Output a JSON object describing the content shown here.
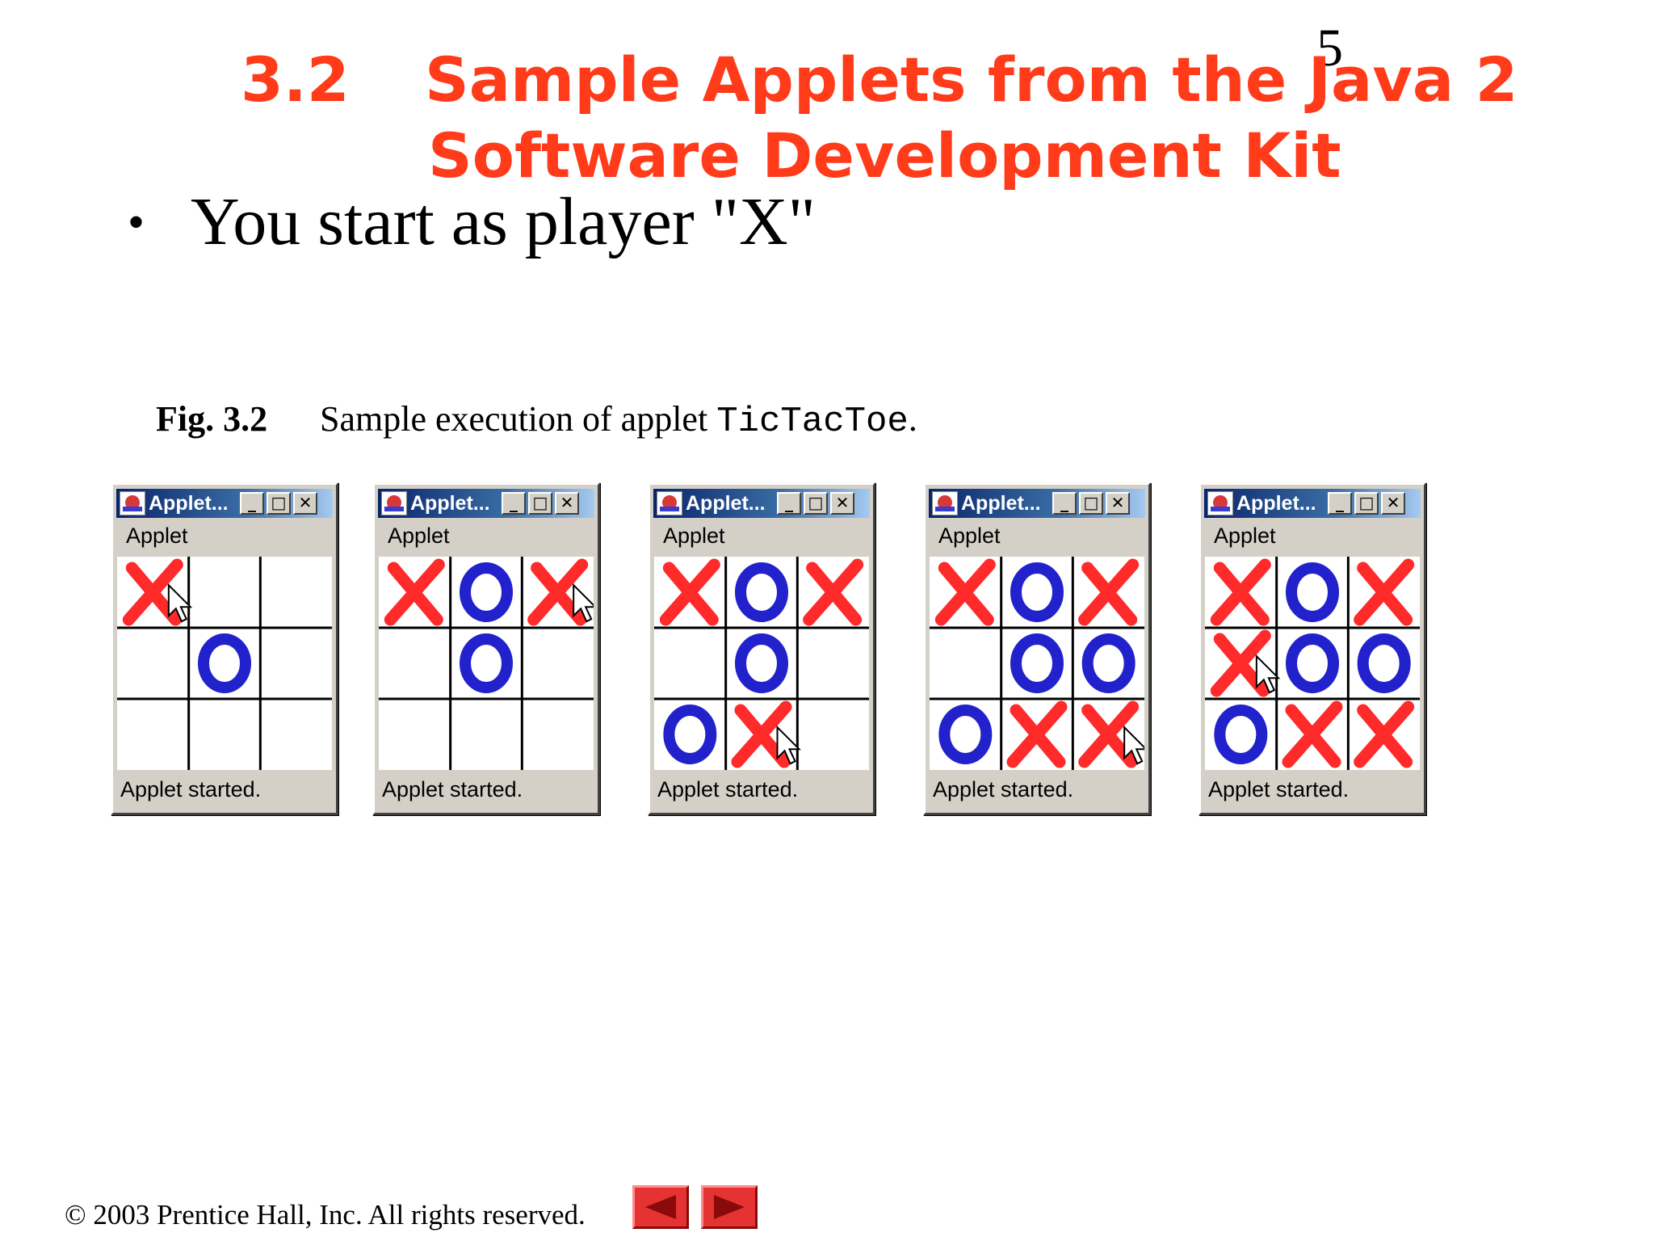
{
  "slide": {
    "number": "5",
    "title_number": "3.2",
    "title_line1": "Sample Applets from the Java 2",
    "title_line2": "Software Development Kit",
    "bullet": "You start as player \"X\"",
    "figure": {
      "label": "Fig. 3.2",
      "text_prefix": "Sample execution of applet ",
      "code": "TicTacToe",
      "suffix": "."
    },
    "footer": "© 2003 Prentice Hall, Inc.  All rights reserved."
  },
  "applets": [
    {
      "title": "Applet...",
      "menu": "Applet",
      "status": "Applet started.",
      "board": [
        "X",
        "",
        "",
        "",
        "O",
        "",
        "",
        "",
        ""
      ],
      "cursor_cell": 0
    },
    {
      "title": "Applet...",
      "menu": "Applet",
      "status": "Applet started.",
      "board": [
        "X",
        "O",
        "X",
        "",
        "O",
        "",
        "",
        "",
        ""
      ],
      "cursor_cell": 2
    },
    {
      "title": "Applet...",
      "menu": "Applet",
      "status": "Applet started.",
      "board": [
        "X",
        "O",
        "X",
        "",
        "O",
        "",
        "O",
        "X",
        ""
      ],
      "cursor_cell": 7
    },
    {
      "title": "Applet...",
      "menu": "Applet",
      "status": "Applet started.",
      "board": [
        "X",
        "O",
        "X",
        "",
        "O",
        "O",
        "O",
        "X",
        "X"
      ],
      "cursor_cell": 8
    },
    {
      "title": "Applet...",
      "menu": "Applet",
      "status": "Applet started.",
      "board": [
        "X",
        "O",
        "X",
        "X",
        "O",
        "O",
        "O",
        "X",
        "X"
      ],
      "cursor_cell": 3
    }
  ],
  "window_controls": {
    "minimize": "_",
    "maximize": "□",
    "close": "✕"
  },
  "colors": {
    "title": "#ff3b1a",
    "x_mark": "#ff2a2a",
    "o_mark": "#2222cc",
    "nav_button": "#e53232"
  },
  "icons": {
    "prev": "left-arrow-icon",
    "next": "right-arrow-icon",
    "cursor": "mouse-pointer-icon"
  }
}
